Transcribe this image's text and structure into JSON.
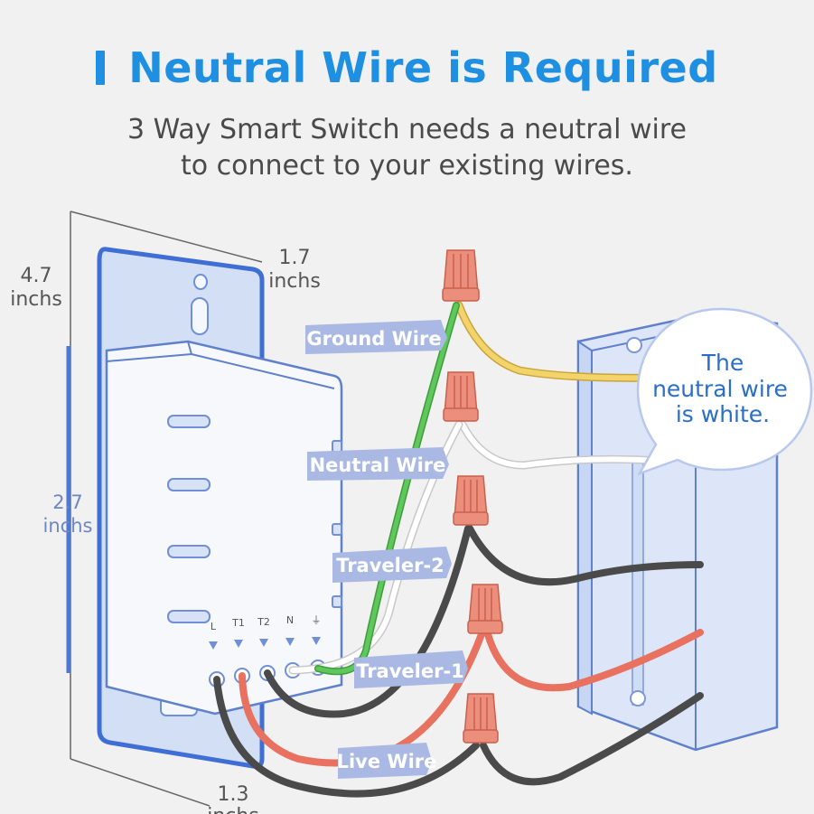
{
  "header": {
    "title": "Neutral Wire is Required",
    "subtitle_line1": "3 Way Smart Switch needs a neutral wire",
    "subtitle_line2": "to connect to your existing wires."
  },
  "dimensions": {
    "height_value": "4.7",
    "height_unit": "inchs",
    "width_value": "1.7",
    "width_unit": "inchs",
    "body_value": "2.7",
    "body_unit": "inchs",
    "depth_value": "1.3",
    "depth_unit": "inchs"
  },
  "terminals": [
    "L",
    "T1",
    "T2",
    "N",
    "⏚"
  ],
  "wire_labels": {
    "ground": "Ground Wire",
    "neutral": "Neutral Wire",
    "traveler2": "Traveler-2",
    "traveler1": "Traveler-1",
    "live": "Live Wire"
  },
  "bubble": {
    "line1": "The",
    "line2": "neutral wire",
    "line3": "is white."
  },
  "colors": {
    "accent": "#1e8fe1",
    "ground_wire": "#5ec95a",
    "neutral_wire": "#ffffff",
    "traveler_wire": "#4a4a4a",
    "live_wire": "#e8715f",
    "yellow_wire": "#f2d46a",
    "wire_nut": "#ec8e7c",
    "label_tag": "#aab9e3"
  }
}
